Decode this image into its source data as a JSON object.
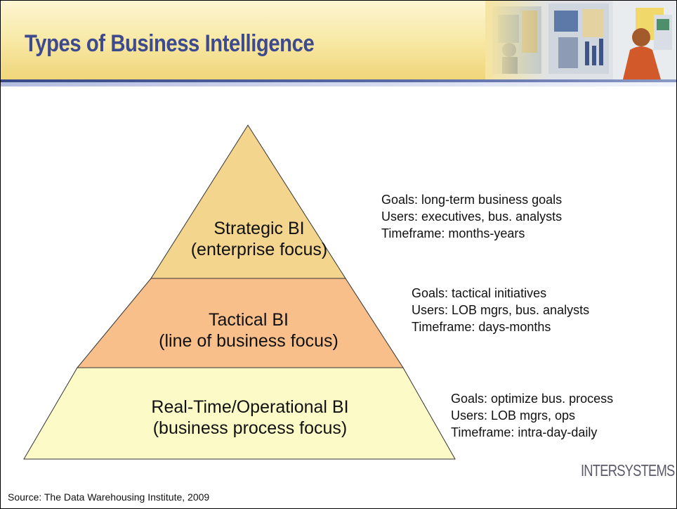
{
  "slide": {
    "title": "Types of Business Intelligence",
    "source": "Source: The Data Warehousing Institute, 2009",
    "logo_text": "INTERSYSTEMS"
  },
  "pyramid": {
    "colors": {
      "strategic": "#f3d58e",
      "tactical": "#f8bf8b",
      "operational": "#fcfbc7",
      "outline": "#333333",
      "title": "#3d4a8e"
    },
    "tiers": [
      {
        "name": "Strategic BI",
        "focus": "(enterprise focus)",
        "goals": "Goals: long-term business goals",
        "users": "Users: executives, bus. analysts",
        "timeframe": "Timeframe: months-years"
      },
      {
        "name": "Tactical BI",
        "focus": "(line of business focus)",
        "goals": "Goals: tactical initiatives",
        "users": "Users: LOB mgrs, bus. analysts",
        "timeframe": "Timeframe: days-months"
      },
      {
        "name": "Real-Time/Operational BI",
        "focus": "(business process focus)",
        "goals": "Goals: optimize bus. process",
        "users": "Users: LOB mgrs, ops",
        "timeframe": "Timeframe: intra-day-daily"
      }
    ]
  }
}
